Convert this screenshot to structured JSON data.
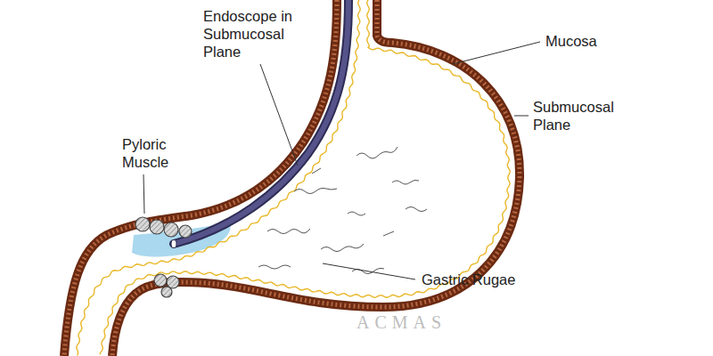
{
  "diagram": {
    "labels": [
      "Endoscope in Submucosal Plane",
      "Pyloric Muscle",
      "Mucosa",
      "Submucosal Plane",
      "Gastric Rugae",
      "ACMAS"
    ]
  }
}
